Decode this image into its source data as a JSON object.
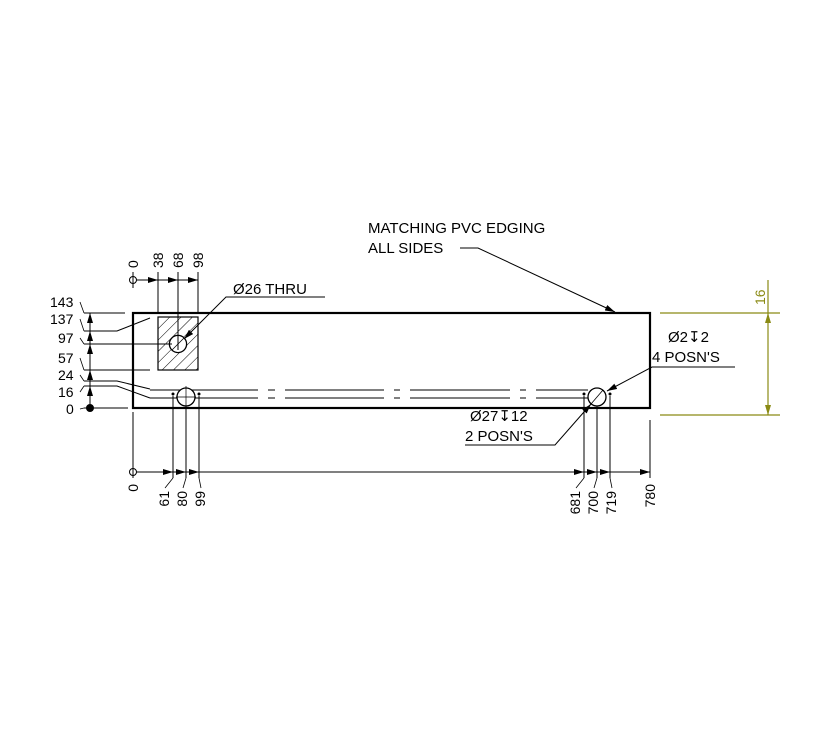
{
  "notes": {
    "edging_line1": "MATCHING PVC EDGING",
    "edging_line2": "ALL SIDES",
    "thru_hole": "Ø26 THRU",
    "small_hole_line1": "Ø2↧2",
    "small_hole_line2": "4 POSN'S",
    "large_hole_line1": "Ø27↧12",
    "large_hole_line2": "2 POSN'S"
  },
  "top_dims": [
    "0",
    "38",
    "68",
    "98"
  ],
  "left_dims": [
    "143",
    "137",
    "97",
    "57",
    "24",
    "16",
    "0"
  ],
  "bottom_dims": [
    "0",
    "61",
    "80",
    "99",
    "681",
    "700",
    "719",
    "780"
  ],
  "side_dim": "16",
  "colors": {
    "line": "#000000",
    "side_dimension": "#8a8a14"
  }
}
